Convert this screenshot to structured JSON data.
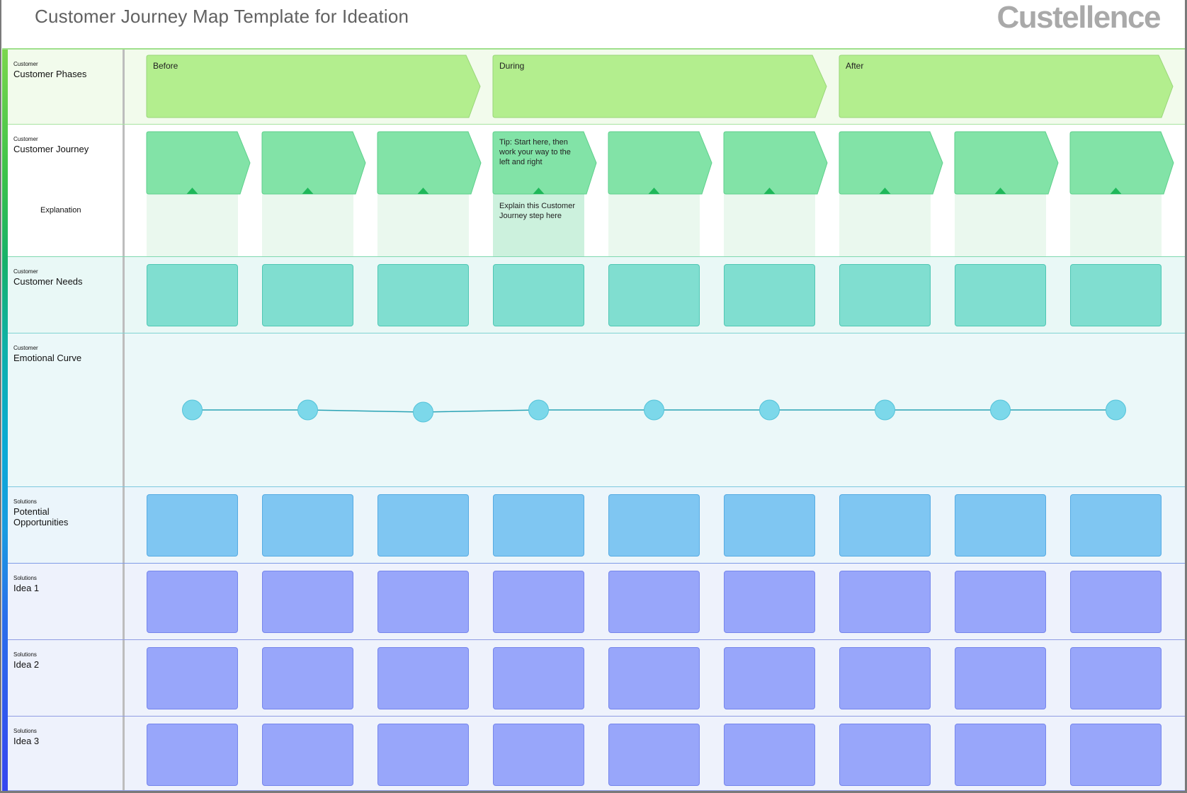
{
  "header": {
    "title": "Customer Journey Map Template for Ideation",
    "logo": "Custellence"
  },
  "colors": {
    "phase": "#b3ee8e",
    "journey": "#82e3a7",
    "explanation": "#eaf8ee",
    "needs": "#80ded0",
    "emotion_dot": "#7cd8ea",
    "opportunity": "#7fc6f2",
    "idea": "#98a6fa"
  },
  "phases": [
    "Before",
    "During",
    "After"
  ],
  "columns": 9,
  "rows": [
    {
      "category": "Customer",
      "label": "Customer Phases"
    },
    {
      "category": "Customer",
      "label": "Customer Journey",
      "sublabel": "Explanation"
    },
    {
      "category": "Customer",
      "label": "Customer Needs"
    },
    {
      "category": "Customer",
      "label": "Emotional Curve"
    },
    {
      "category": "Solutions",
      "label": "Potential Opportunities"
    },
    {
      "category": "Solutions",
      "label": "Idea 1"
    },
    {
      "category": "Solutions",
      "label": "Idea 2"
    },
    {
      "category": "Solutions",
      "label": "Idea 3"
    }
  ],
  "journey_tip": "Tip: Start here, then work your way to the left and right",
  "explanation_tip": "Explain this Customer Journey step here",
  "emotional_curve": [
    0,
    0,
    -1,
    0,
    0,
    0,
    0,
    0,
    0
  ]
}
